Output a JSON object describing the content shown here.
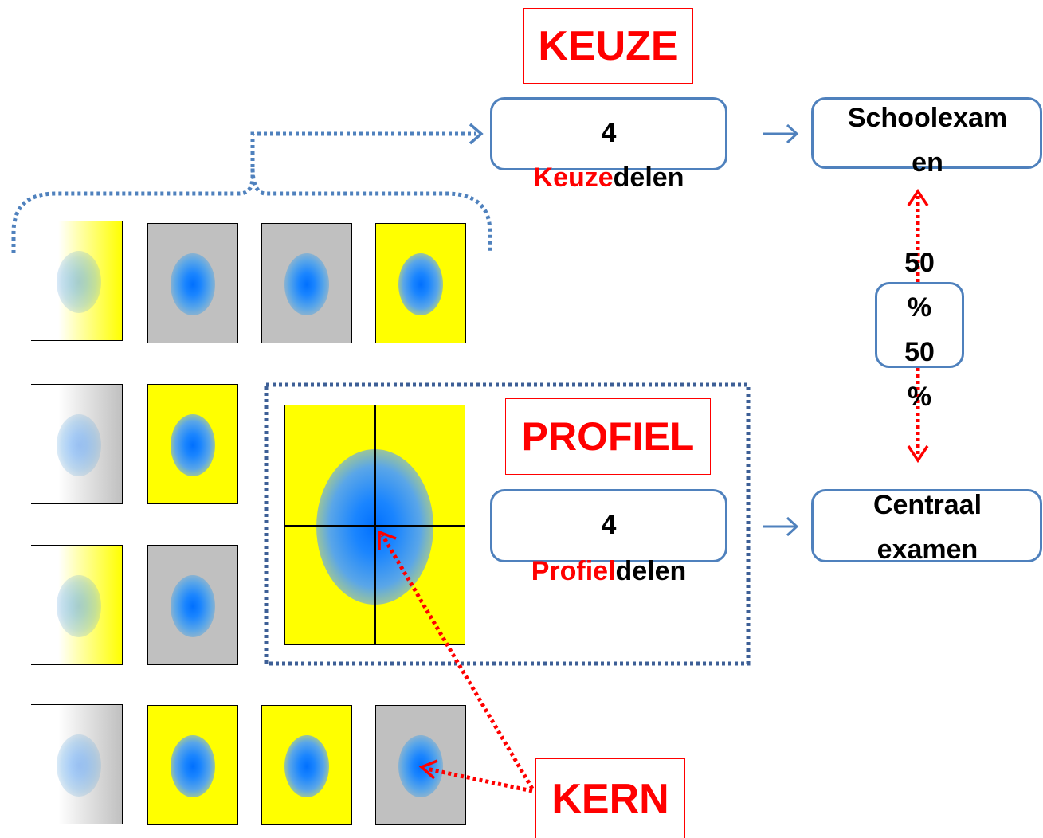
{
  "labels": {
    "keuze": "KEUZE",
    "profiel": "PROFIEL",
    "kern": "KERN"
  },
  "keuze_box": {
    "number": "4",
    "prefix": "Keuze",
    "suffix": "delen"
  },
  "profiel_box": {
    "number": "4",
    "prefix": "Profiel",
    "suffix": "delen"
  },
  "outcomes": {
    "school": "Schoolexam\nen",
    "central": "Centraal\nexamen"
  },
  "weight": {
    "top": "50\n%",
    "bottom": "50\n%"
  },
  "colors": {
    "accent_blue": "#4f81bd",
    "red": "#ff0000",
    "dotted_blue": "#3d5f96",
    "yellow": "#ffff00",
    "gray": "#c0c0c0"
  }
}
